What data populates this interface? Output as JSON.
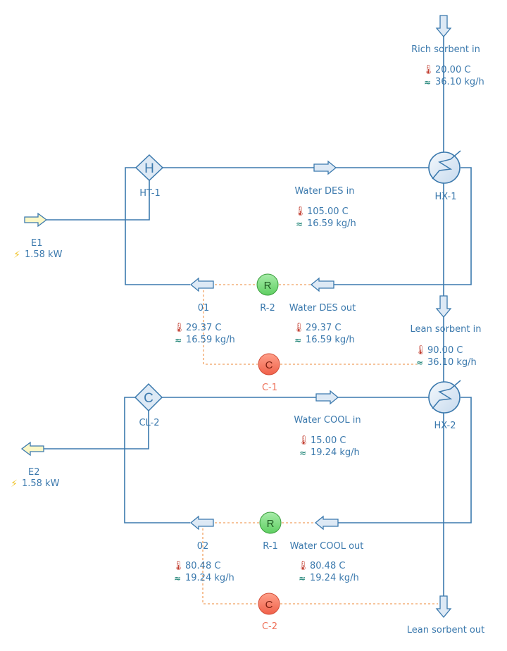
{
  "streams": {
    "rich_in": {
      "name": "Rich sorbent in",
      "temp": "20.00 C",
      "flow": "36.10 kg/h"
    },
    "water_des_in": {
      "name": "Water DES in",
      "temp": "105.00 C",
      "flow": "16.59 kg/h"
    },
    "water_des_out": {
      "name": "Water DES out",
      "temp": "29.37 C",
      "flow": "16.59 kg/h"
    },
    "s01": {
      "name": "01",
      "temp": "29.37 C",
      "flow": "16.59 kg/h"
    },
    "lean_in": {
      "name": "Lean sorbent in",
      "temp": "90.00 C",
      "flow": "36.10 kg/h"
    },
    "water_cool_in": {
      "name": "Water COOL in",
      "temp": "15.00 C",
      "flow": "19.24 kg/h"
    },
    "water_cool_out": {
      "name": "Water COOL out",
      "temp": "80.48 C",
      "flow": "19.24 kg/h"
    },
    "s02": {
      "name": "02",
      "temp": "80.48 C",
      "flow": "19.24 kg/h"
    },
    "lean_out": {
      "name": "Lean sorbent out"
    }
  },
  "units": {
    "ht1": {
      "label": "HT-1",
      "letter": "H"
    },
    "cl2": {
      "label": "CL-2",
      "letter": "C"
    },
    "hx1": {
      "label": "HX-1"
    },
    "hx2": {
      "label": "HX-2"
    },
    "r1": {
      "label": "R-1",
      "letter": "R"
    },
    "r2": {
      "label": "R-2",
      "letter": "R"
    },
    "c1": {
      "label": "C-1",
      "letter": "C"
    },
    "c2": {
      "label": "C-2",
      "letter": "C"
    }
  },
  "energy": {
    "e1": {
      "label": "E1",
      "power": "1.58 kW"
    },
    "e2": {
      "label": "E2",
      "power": "1.58 kW"
    }
  },
  "icons": {
    "temperature": "thermometer-icon",
    "flow": "flow-coil-icon",
    "power": "lightning-icon"
  },
  "colors": {
    "line": "#3b79ad",
    "signal": "#f0a060",
    "recycle": "#7bd37b",
    "controller": "#f07a62",
    "unit_fill": "#dde9f5"
  }
}
